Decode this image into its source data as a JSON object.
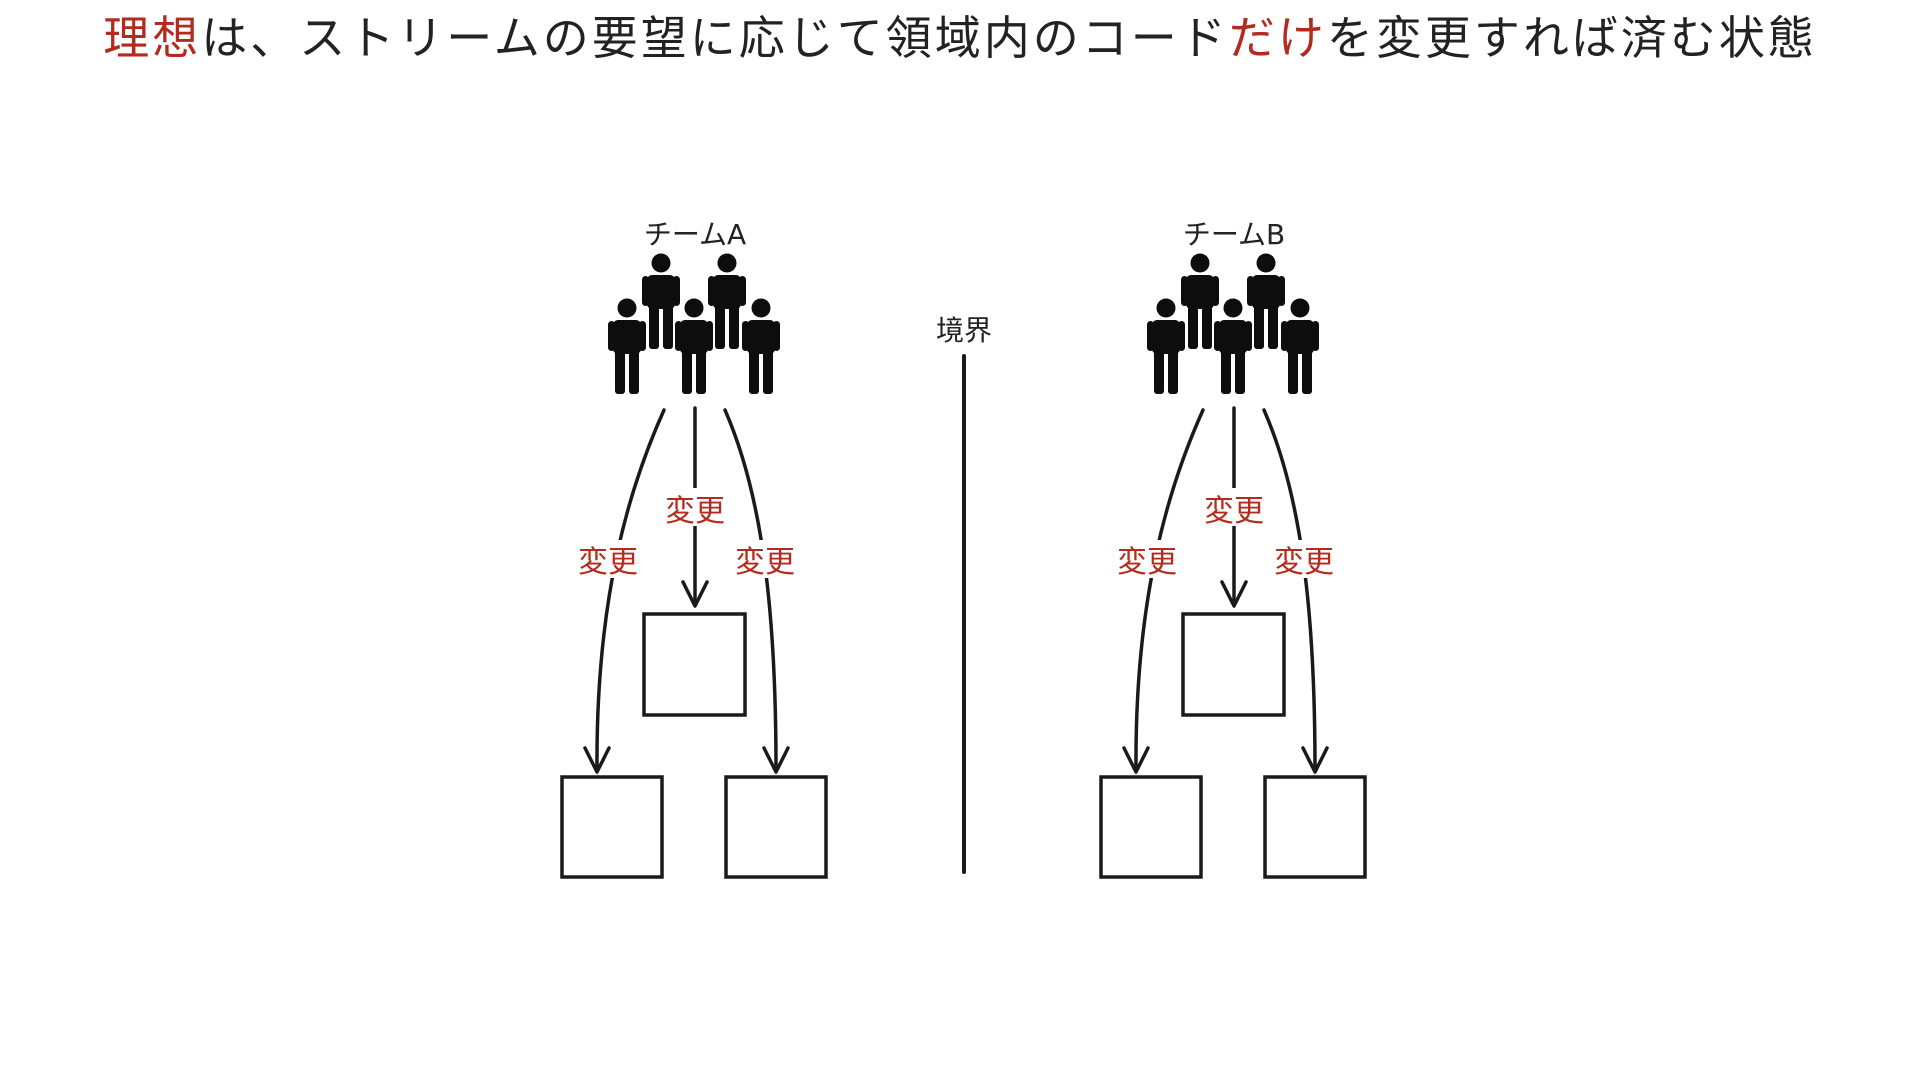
{
  "title": {
    "part1": "理想",
    "part2": "は、ストリームの要望に応じて領域内のコード",
    "part3": "だけ",
    "part4": "を変更すれば済む状態"
  },
  "boundary": {
    "label": "境界"
  },
  "teams": [
    {
      "label": "チームA",
      "changes": [
        "変更",
        "変更",
        "変更"
      ]
    },
    {
      "label": "チームB",
      "changes": [
        "変更",
        "変更",
        "変更"
      ]
    }
  ],
  "colors": {
    "accent": "#b22b1e",
    "ink": "#1a1a1a",
    "text": "#222222"
  }
}
